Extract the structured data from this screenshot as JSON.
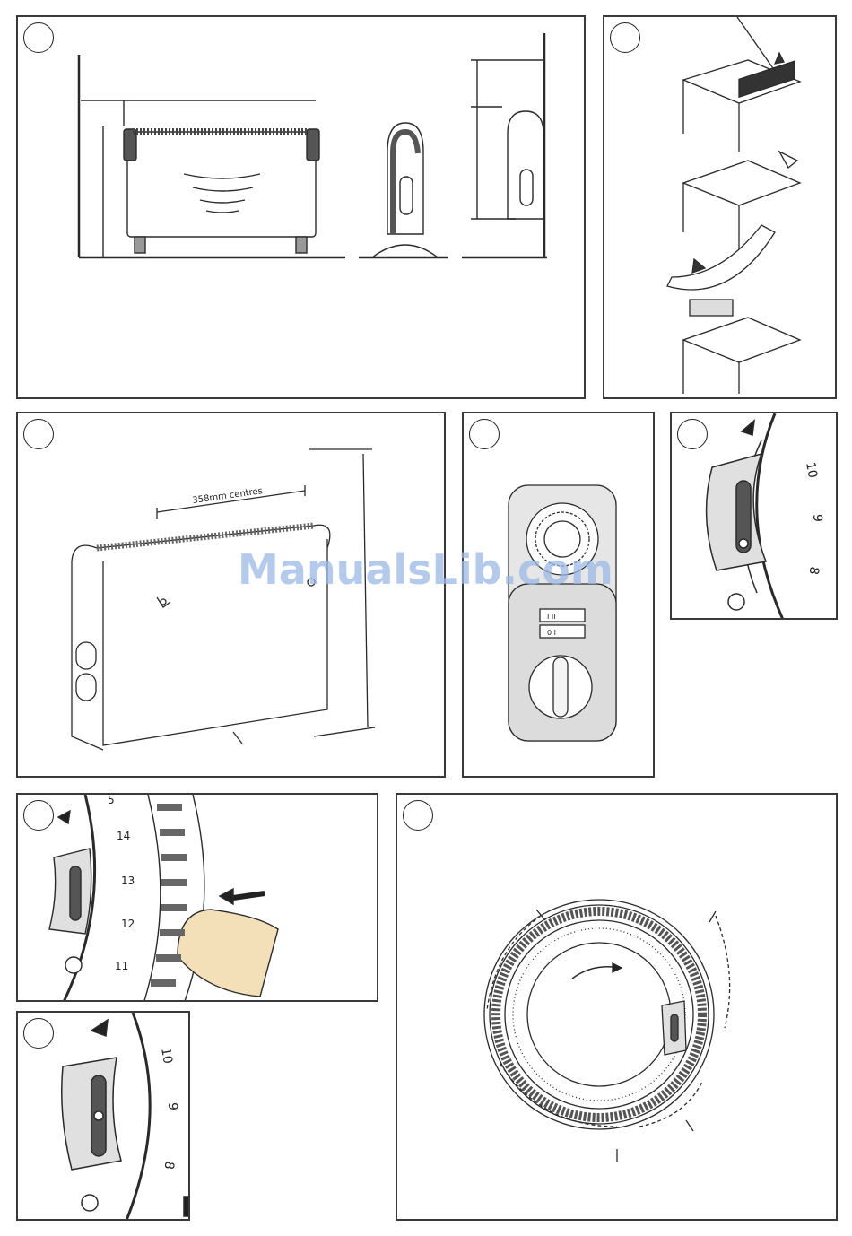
{
  "watermark": "ManualsLib.com",
  "panels": {
    "p1": {
      "label": ""
    },
    "p2": {
      "label": ""
    },
    "p3": {
      "dimension_label": "358mm centres"
    },
    "p4": {
      "switch_1": "I   II",
      "switch_2": "0   I"
    },
    "p5": {
      "dial_numbers": [
        "10",
        "9",
        "8"
      ]
    },
    "p6": {
      "dial_numbers": [
        "5",
        "14",
        "13",
        "12",
        "11"
      ]
    },
    "p7": {
      "dial_numbers": [
        "10",
        "9",
        "8"
      ]
    },
    "p8": {
      "label": ""
    }
  },
  "colors": {
    "line": "#2a2a2a",
    "watermark": "#9bb9e6",
    "accent": "#4a79c2"
  }
}
